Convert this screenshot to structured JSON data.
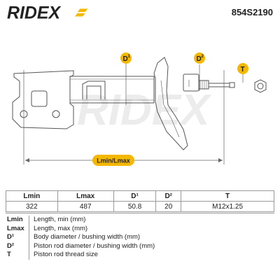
{
  "brand": "RIDEX",
  "part_number": "854S2190",
  "watermark": "RIDEX",
  "drawing_labels": {
    "d1": "D",
    "d1_sup": "1",
    "d2": "D",
    "d2_sup": "2",
    "t": "T",
    "length": "Lmin/Lmax"
  },
  "table": {
    "headers": [
      "Lmin",
      "Lmax",
      "D¹",
      "D²",
      "T"
    ],
    "values": [
      "322",
      "487",
      "50.8",
      "20",
      "M12x1.25"
    ]
  },
  "legend": [
    {
      "key": "Lmin",
      "desc": "Length, min (mm)"
    },
    {
      "key": "Lmax",
      "desc": "Length, max (mm)"
    },
    {
      "key": "D¹",
      "desc": "Body diameter / bushing width (mm)"
    },
    {
      "key": "D²",
      "desc": "Piston rod diameter / bushing width (mm)"
    },
    {
      "key": "T",
      "desc": "Piston rod thread size"
    }
  ],
  "colors": {
    "accent": "#f5b800",
    "line": "#555555"
  }
}
